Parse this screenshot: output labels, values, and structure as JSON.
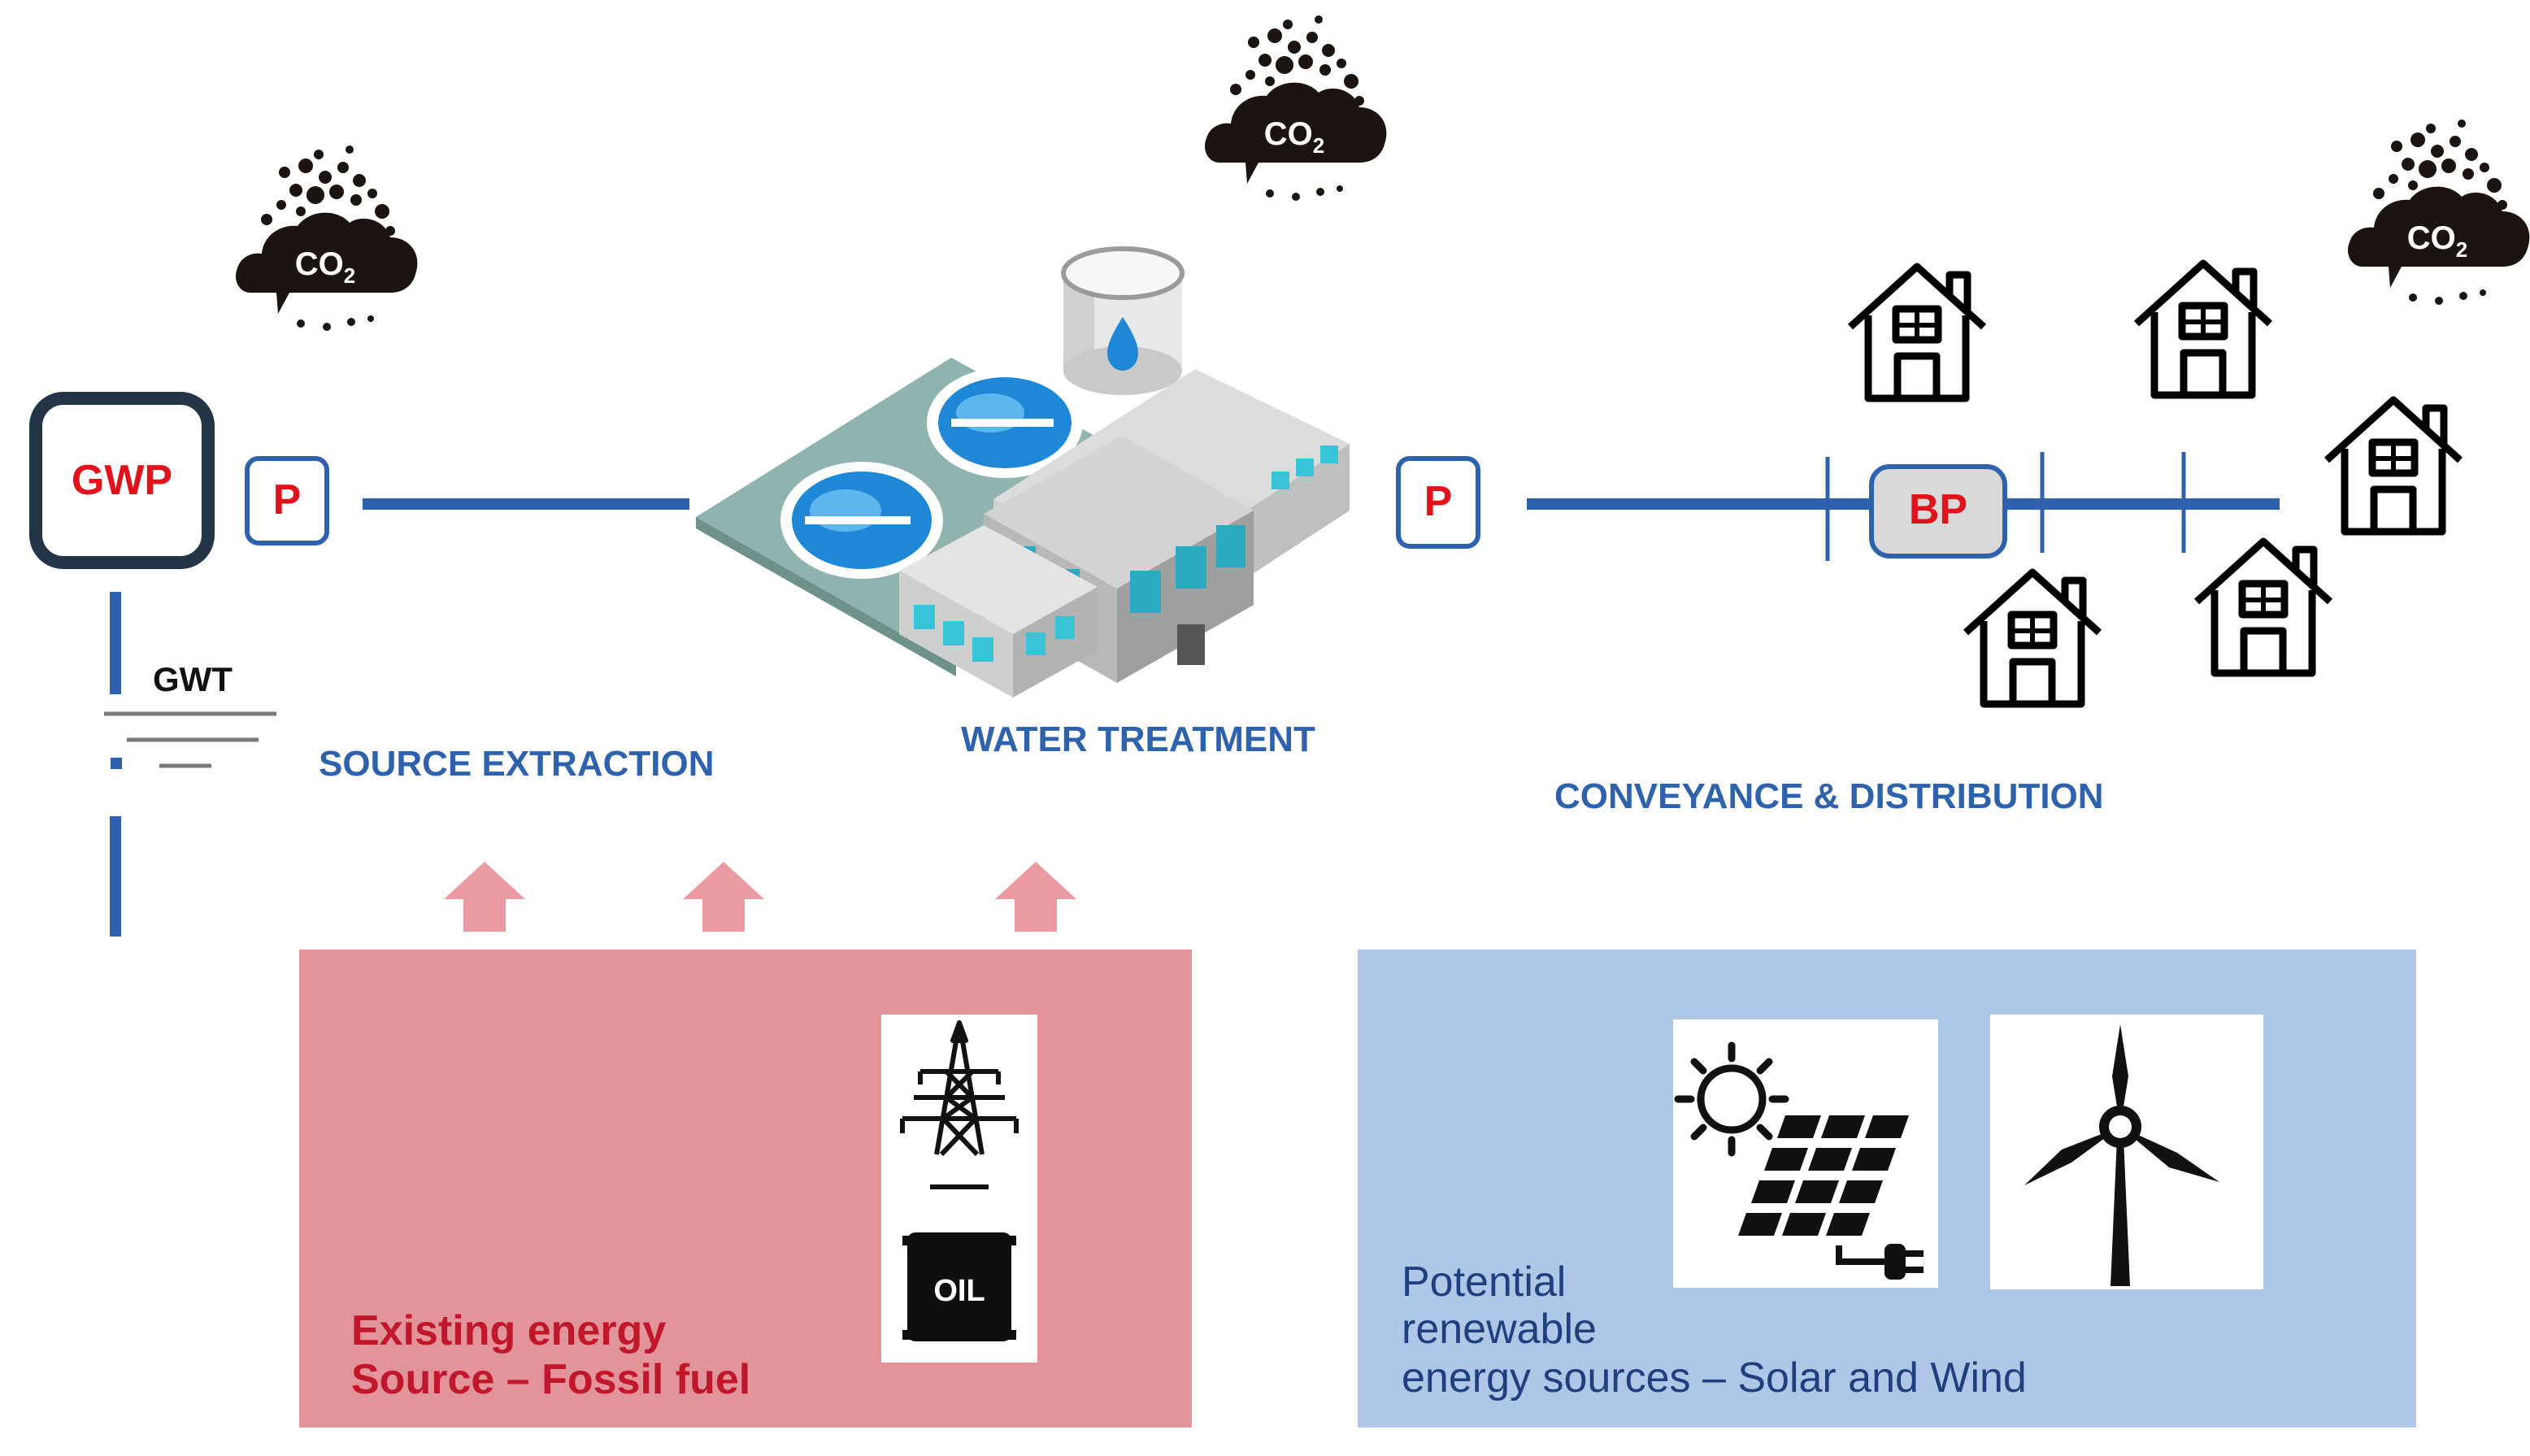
{
  "labels": {
    "gwp": "GWP",
    "gwt": "GWT",
    "pump": "P",
    "booster_pump": "BP",
    "co2": "CO",
    "co2_sub": "2",
    "oil": "OIL",
    "source_extraction": "SOURCE EXTRACTION",
    "water_treatment": "WATER TREATMENT",
    "conveyance": "CONVEYANCE & DISTRIBUTION"
  },
  "energy": {
    "existing": {
      "line1": "Existing energy",
      "line2": "Source – Fossil fuel"
    },
    "renewable": {
      "line1": "Potential",
      "line2": "renewable",
      "line3": "energy sources  – Solar and Wind"
    }
  },
  "colors": {
    "pipe": "#2f62ad",
    "label_blue": "#2f62ad",
    "accent_red": "#e0121c",
    "fossil_box": "#e3949b",
    "fossil_arrow": "#ec9aa1",
    "renewable_box": "#aec7e6",
    "text_dark_red": "#c0182a",
    "text_dark_blue": "#1f3f7f",
    "bp_fill": "#d9d9d9",
    "cloud": "#1b1410"
  },
  "icons": {
    "cloud": "co2-cloud-icon",
    "house": "house-icon",
    "plant": "water-treatment-plant-icon",
    "tower": "power-tower-icon",
    "oil": "oil-barrel-icon",
    "solar": "solar-panel-icon",
    "wind": "wind-turbine-icon"
  }
}
